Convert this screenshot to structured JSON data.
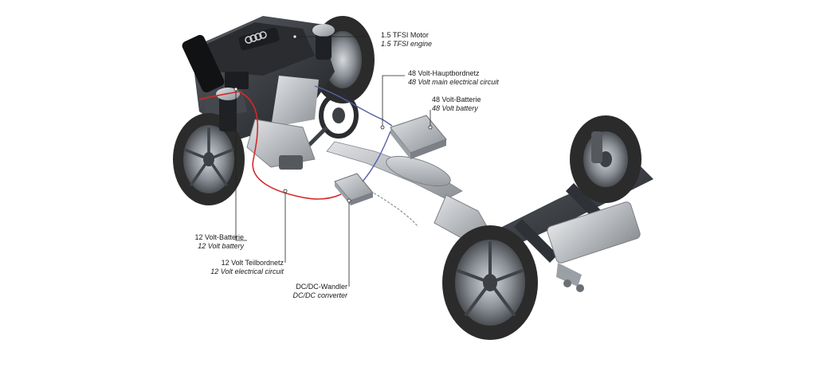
{
  "callouts": {
    "engine": {
      "de": "1.5 TFSI Motor",
      "en": "1.5 TFSI engine"
    },
    "main48": {
      "de": "48 Volt-Hauptbordnetz",
      "en": "48 Volt main electrical circuit"
    },
    "batt48": {
      "de": "48 Volt-Batterie",
      "en": "48 Volt battery"
    },
    "batt12": {
      "de": "12 Volt-Batterie",
      "en": "12 Volt battery"
    },
    "circuit12": {
      "de": "12 Volt Teilbordnetz",
      "en": "12 Volt electrical circuit"
    },
    "dcdc": {
      "de": "DC/DC-Wandler",
      "en": "DC/DC converter"
    }
  },
  "colors": {
    "tyre": "#2b2b2b",
    "rim": "#8a8f95",
    "metal": "#b9bdc2",
    "dark_metal": "#3c3f44",
    "cable_12v": "#d62828",
    "cable_48v": "#5a5fa8",
    "leader": "#222222"
  }
}
